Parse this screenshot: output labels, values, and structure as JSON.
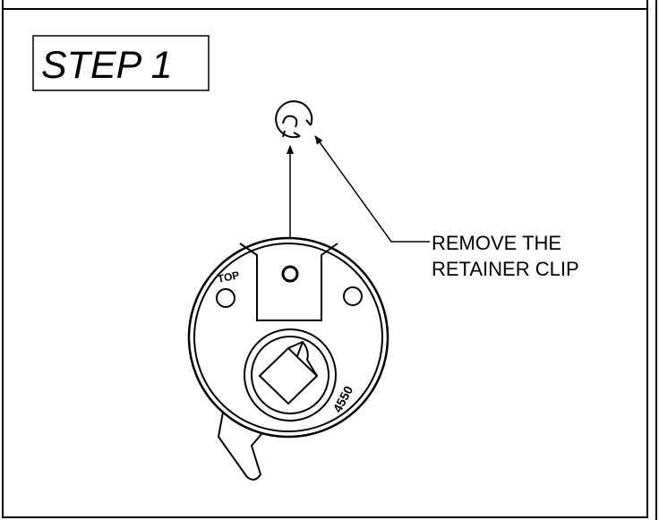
{
  "step_title": "STEP 1",
  "callout": {
    "line1": "REMOVE THE",
    "line2": "RETAINER CLIP"
  },
  "part": {
    "top_label": "TOP",
    "number": "4550"
  },
  "colors": {
    "line": "#000000",
    "background": "#ffffff"
  }
}
